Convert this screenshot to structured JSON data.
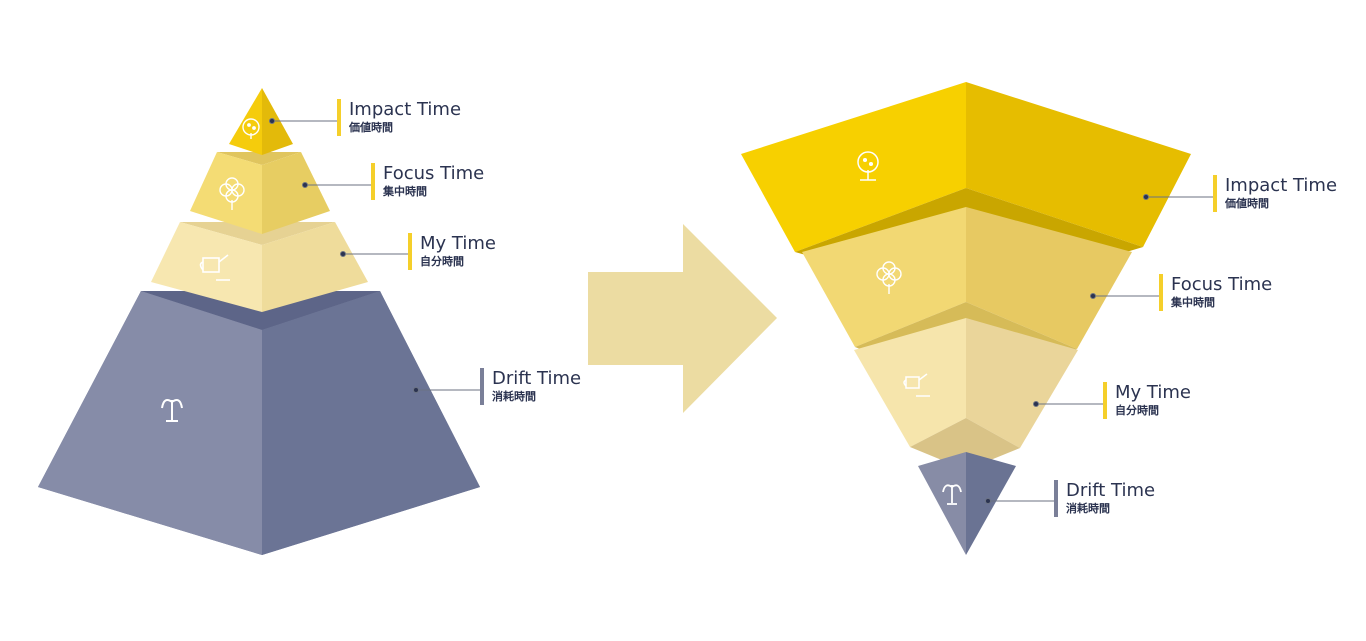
{
  "pyramid": {
    "impact": {
      "en": "Impact Time",
      "jp": "価値時間",
      "icon": "fruit-tree-icon"
    },
    "focus": {
      "en": "Focus Time",
      "jp": "集中時間",
      "icon": "tree-icon"
    },
    "my": {
      "en": "My Time",
      "jp": "自分時間",
      "icon": "watering-can-icon"
    },
    "drift": {
      "en": "Drift Time",
      "jp": "消耗時間",
      "icon": "wilted-sprout-icon"
    }
  },
  "inverted": {
    "impact": {
      "en": "Impact Time",
      "jp": "価値時間",
      "icon": "fruit-tree-icon"
    },
    "focus": {
      "en": "Focus Time",
      "jp": "集中時間",
      "icon": "tree-icon"
    },
    "my": {
      "en": "My Time",
      "jp": "自分時間",
      "icon": "watering-can-icon"
    },
    "drift": {
      "en": "Drift Time",
      "jp": "消耗時間",
      "icon": "wilted-sprout-icon"
    }
  },
  "arrow": {
    "icon": "right-arrow-icon"
  },
  "colors": {
    "impact": "#f5cf1a",
    "focus": "#f1d866",
    "my": "#f5e3a4",
    "drift": "#7b819e",
    "arrow": "#ecdca2",
    "text": "#2b3350"
  }
}
